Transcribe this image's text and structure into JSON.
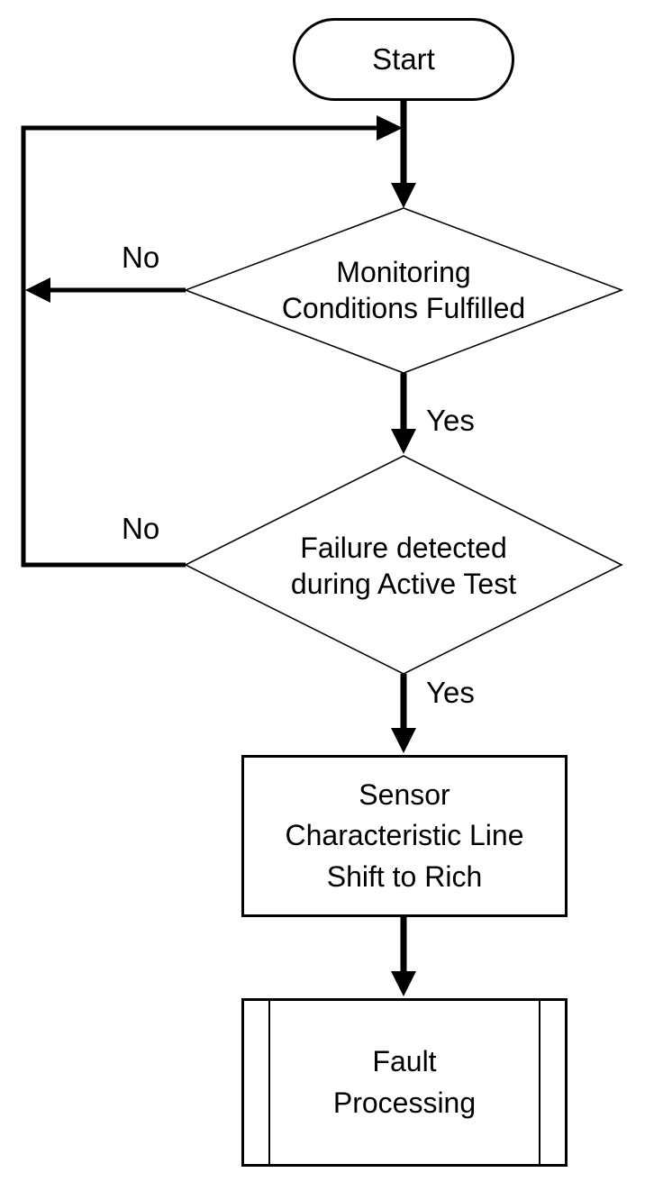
{
  "diagram": {
    "type": "flowchart",
    "colors": {
      "line": "#000000",
      "background": "#ffffff",
      "text": "#000000"
    },
    "nodes": {
      "start": {
        "shape": "terminator",
        "label": "Start"
      },
      "decision_monitoring": {
        "shape": "decision",
        "label": "Monitoring\nConditions Fulfilled"
      },
      "decision_failure": {
        "shape": "decision",
        "label": "Failure detected\nduring Active Test"
      },
      "process_sensor": {
        "shape": "process",
        "label": "Sensor\nCharacteristic Line\nShift to Rich"
      },
      "process_fault": {
        "shape": "predefined-process",
        "label": "Fault\nProcessing"
      }
    },
    "edges": {
      "monitoring_no": {
        "label": "No"
      },
      "monitoring_yes": {
        "label": "Yes"
      },
      "failure_no": {
        "label": "No"
      },
      "failure_yes": {
        "label": "Yes"
      }
    }
  }
}
